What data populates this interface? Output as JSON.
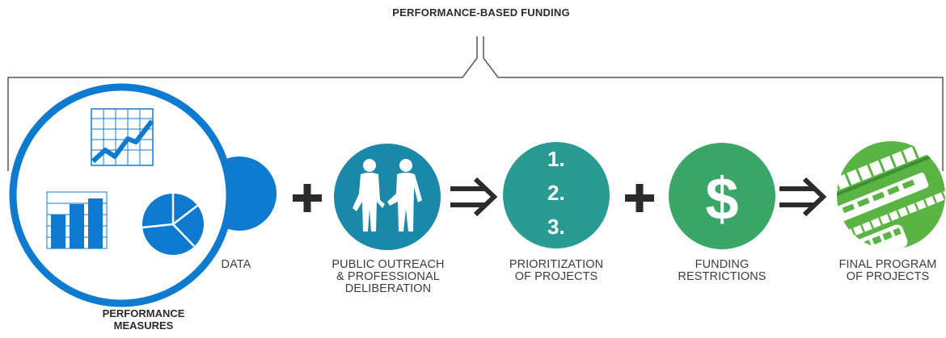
{
  "title": "PERFORMANCE-BASED FUNDING",
  "performance_measures": "PERFORMANCE\nMEASURES",
  "steps": [
    {
      "label": "DATA",
      "color": "#0f7bd0"
    },
    {
      "label": "PUBLIC OUTREACH\n& PROFESSIONAL\nDELIBERATION",
      "color": "#1a88a8",
      "icon": "people-icon"
    },
    {
      "label": "PRIORITIZATION\nOF PROJECTS",
      "color": "#2a9b92",
      "icon": "numbered-list-icon",
      "numbers": [
        "1.",
        "2.",
        "3."
      ]
    },
    {
      "label": "FUNDING\nRESTRICTIONS",
      "color": "#3aa668",
      "icon": "dollar-icon",
      "symbol": "$"
    },
    {
      "label": "FINAL PROGRAM\nOF PROJECTS",
      "color": "#5ab443",
      "icon": "transit-icon"
    }
  ],
  "operators": [
    "+",
    "⇒",
    "+",
    "⇒"
  ],
  "colors": {
    "blue": "#0f7bd0",
    "dark": "#2b2b2b",
    "bracket": "#555555"
  }
}
